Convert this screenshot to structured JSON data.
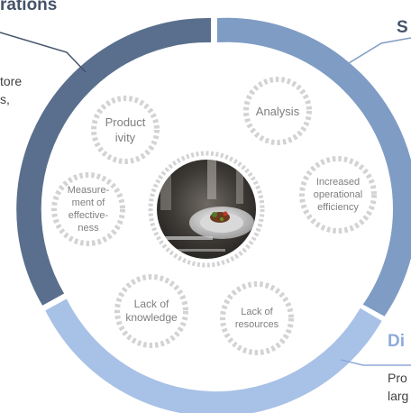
{
  "colors": {
    "ring_dark": "#5a6f8d",
    "ring_mid": "#7f9cc4",
    "ring_light": "#a8c1e6",
    "heading_dark": "#44546a",
    "heading_light": "#8eaadb",
    "dots": "#d3d3d3",
    "bubble_text": "#7f7f7f"
  },
  "left_panel": {
    "heading": "rations",
    "line1": "tore",
    "line2": "s,"
  },
  "right_panel": {
    "heading": "S"
  },
  "bottom_panel": {
    "heading": "Di",
    "line1": "Pro",
    "line2": "larg"
  },
  "center": {
    "image_icon": "restaurant-plate-photo"
  },
  "bubbles": [
    {
      "label": "Product\nivity"
    },
    {
      "label": "Analysis"
    },
    {
      "label": "Measure-\nment of\neffective-\nness"
    },
    {
      "label": "Increased\noperational\nefficiency"
    },
    {
      "label": "Lack of\nknowledge"
    },
    {
      "label": "Lack of\nresources"
    }
  ]
}
